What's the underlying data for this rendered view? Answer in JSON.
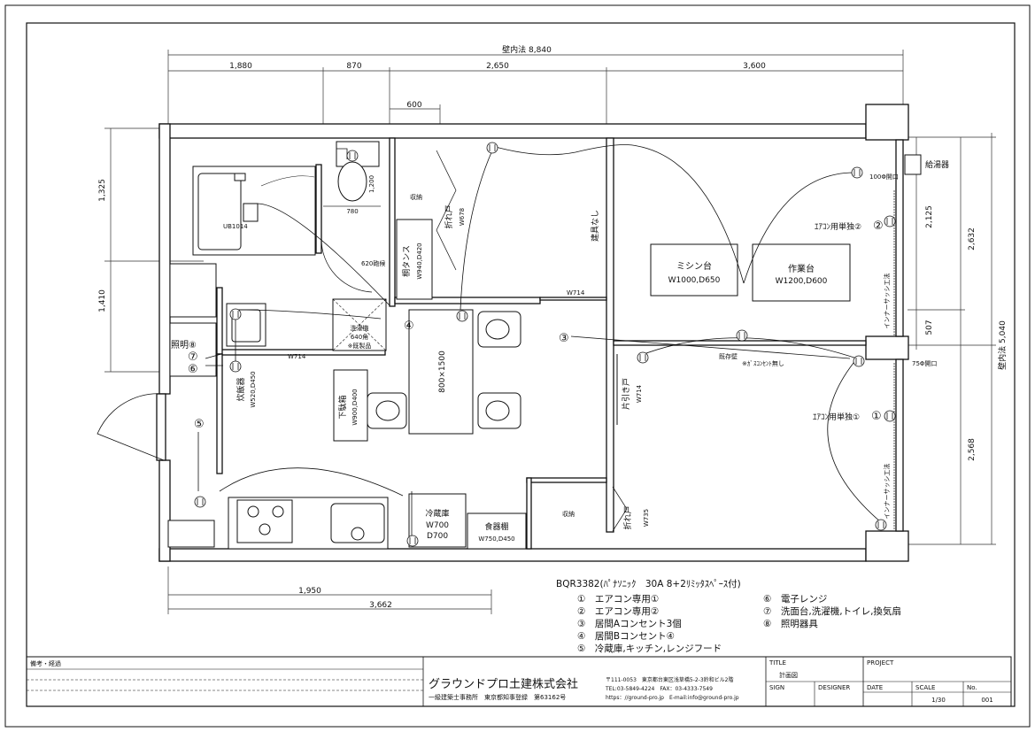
{
  "dimensions": {
    "total": "壁内法 8,840",
    "segments": [
      "1,880",
      "870",
      "2,650",
      "3,600"
    ],
    "d600": "600",
    "left_1325": "1,325",
    "left_1410": "1,410",
    "right_2125": "2,125",
    "right_2632": "2,632",
    "right_507": "507",
    "right_2568": "2,568",
    "right_total": "壁内法 5,040",
    "bottom_1950": "1,950",
    "bottom_3662": "3,662",
    "toilet_1200": "1,200",
    "toilet_780": "780"
  },
  "rooms": {
    "shuno1": "収納",
    "shuno2": "収納",
    "kiri_tansu": "桐タンス",
    "kiri_tansu_size": "W940,D420",
    "orido1": "折れ戸",
    "orido1_size": "W678",
    "orido2": "折れ戸",
    "orido2_size": "W735",
    "kaihiki": "片引き戸",
    "kaihiki_size": "W714",
    "w714_a": "W714",
    "w714_b": "W714",
    "tategu_nashi": "建具なし",
    "mishin": "ミシン台",
    "mishin_size": "W1000,D650",
    "sagyo": "作業台",
    "sagyo_size": "W1200,D600",
    "table": "800×1500",
    "geta": "下駄箱",
    "geta_size": "W900,D400",
    "suihan": "炊飯器",
    "suihan_size": "W520,D450",
    "reizo": "冷蔵庫",
    "reizo_w": "W700",
    "reizo_d": "D700",
    "shokki": "食器棚",
    "shokki_size": "W750,D450",
    "bath": "UB1014",
    "wash": "洗濯機",
    "wash_size": "640角",
    "wash_note": "※既製品",
    "bowl": "620砲候",
    "kyuto": "給湯器",
    "kaiko100": "100Φ開口",
    "kaiko75": "75Φ開口",
    "aircon2": "ｴｱｺﾝ用単独②",
    "aircon1": "ｴｱｺﾝ用単独①",
    "inner1": "インナーサッシ工法",
    "inner2": "インナーサッシ工法",
    "kison": "既存壁",
    "gas_note": "※ｶﾞｽｺﾝｾﾝﾄ無し",
    "shomei": "照明⑧"
  },
  "circuit_labels": [
    "①",
    "②",
    "③",
    "④",
    "⑤",
    "⑥",
    "⑦"
  ],
  "legend": {
    "header": "BQR3382(ﾊﾟﾅｿﾆｯｸ　30A 8+2ﾘﾐｯﾀｽﾍﾟｰｽ付)",
    "left": [
      "①　エアコン専用①",
      "②　エアコン専用②",
      "③　居間Aコンセント3個",
      "④　居間Bコンセント④",
      "⑤　冷蔵庫,キッチン,レンジフード"
    ],
    "right": [
      "⑥　電子レンジ",
      "⑦　洗面台,洗濯機,トイレ,換気扇",
      "⑧　照明器具"
    ]
  },
  "title_block": {
    "bikou": "備考・経過",
    "company": "グラウンドプロ土建株式会社",
    "license": "一級建築士事務所　東京都知事登録　第63162号",
    "address": "〒111-0053　東京都台東区浅草橋5-2-3鈴和ビル2階",
    "tel": "TEL:03-5849-4224　FAX：03-4333-7549",
    "web": "https：//ground-pro.jp　E-mail:info@ground-pro.jp",
    "title_label": "TITLE",
    "title_value": "計画図",
    "project_label": "PROJECT",
    "sign_label": "SIGN",
    "designer_label": "DESIGNER",
    "date_label": "DATE",
    "scale_label": "SCALE",
    "scale_value": "1/30",
    "no_label": "No.",
    "no_value": "001"
  }
}
